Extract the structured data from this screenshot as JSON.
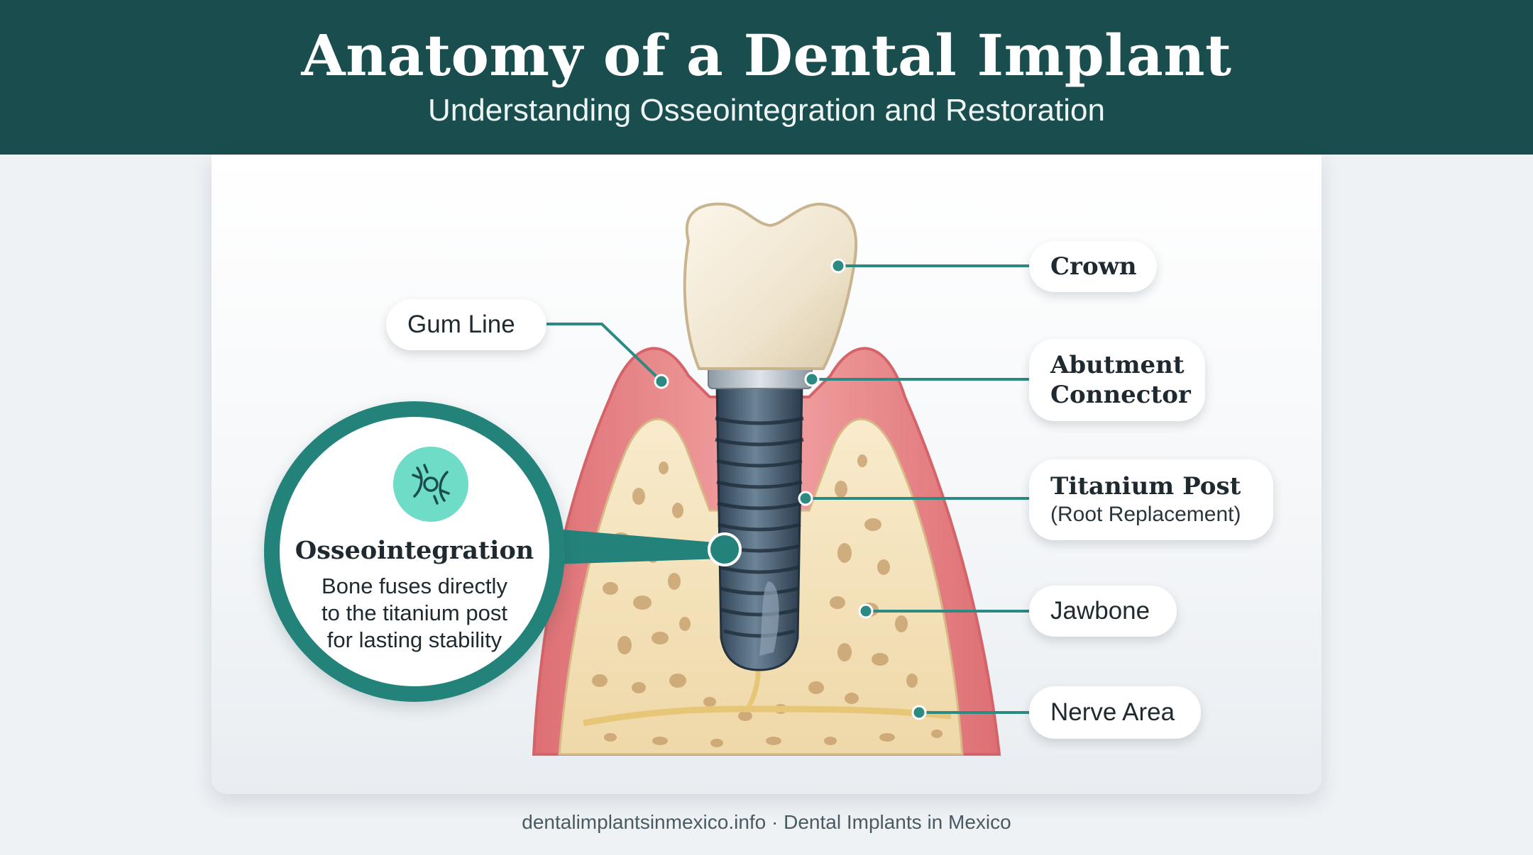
{
  "header": {
    "title": "Anatomy of a Dental Implant",
    "subtitle": "Understanding Osseointegration and Restoration"
  },
  "labels": {
    "crown": "Crown",
    "abutment_line1": "Abutment",
    "abutment_line2": "Connector",
    "titanium_post": "Titanium Post",
    "titanium_post_sub": "(Root Replacement)",
    "jawbone": "Jawbone",
    "nerve_area": "Nerve Area",
    "gum_line": "Gum Line"
  },
  "callout": {
    "title": "Osseointegration",
    "line1": "Bone fuses directly",
    "line2": "to the titanium post",
    "line3": "for lasting stability"
  },
  "footer": "dentalimplantsinmexico.info · Dental Implants in Mexico",
  "colors": {
    "header_bg": "#1a4d4d",
    "accent_teal": "#23837b",
    "icon_mint": "#6fdcc8",
    "gum": "#e98b8b",
    "bone": "#f3dfb6",
    "implant": "#3f5669"
  },
  "icons": {
    "osseointegration": "bone-fusion-icon"
  }
}
